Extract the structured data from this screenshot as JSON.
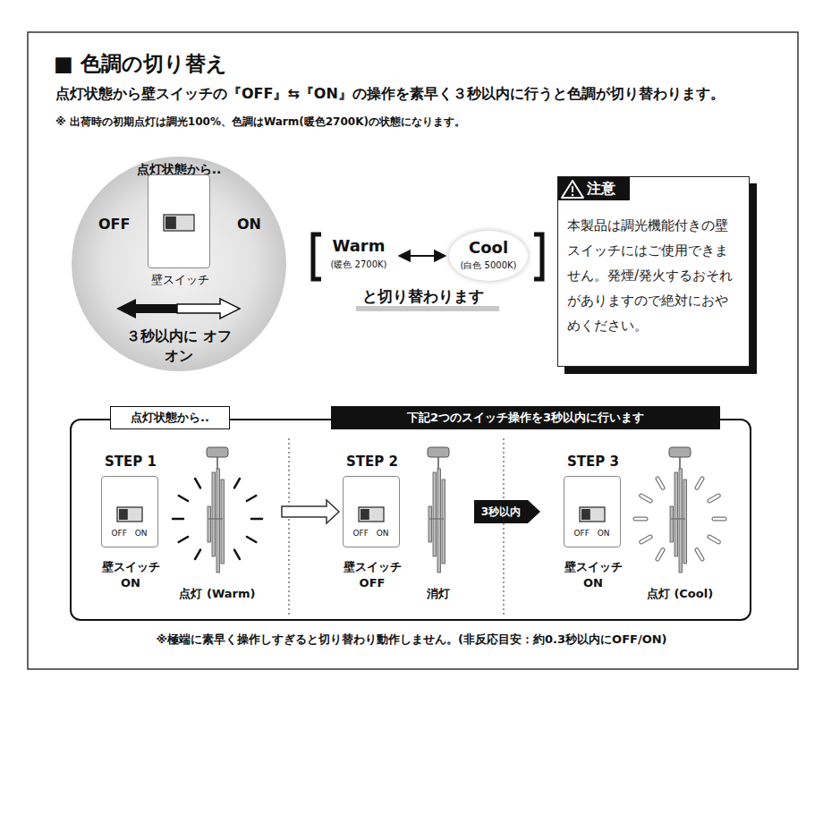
{
  "diagram": {
    "title": "■ 色調の切り替え",
    "nodes": [
      {
        "text": [
          "点灯状態から..",
          "OFF",
          "ON",
          "３秒以内に オフオン"
        ]
      },
      {
        "text": [
          "壁スイッチ"
        ],
        "in": 0
      },
      {
        "text": [
          "Warm",
          "(暖色 2700K)"
        ]
      },
      {
        "text": [
          "Cool",
          "(白色 5000K)"
        ]
      },
      {
        "text": [
          "注意",
          "本製品は調光機能付きの壁スイッチにはご使用できません。発煙/発火するおそれがありますので絶対におやめください。"
        ]
      },
      {
        "text": [
          "点灯状態から..",
          "下記2つのスイッチ操作を3秒以内に行います"
        ]
      },
      {
        "text": [
          "STEP 1",
          "OFF ON",
          "壁スイッチ ON"
        ],
        "in": 5
      },
      {
        "text": [
          "STEP 2",
          "OFF ON",
          "壁スイッチ OFF"
        ],
        "in": 5
      },
      {
        "text": [
          "STEP 3",
          "OFF ON",
          "壁スイッチ ON"
        ],
        "in": 5
      }
    ],
    "edges": [
      {
        "from": 2,
        "to": 3,
        "arrow": "both"
      },
      {
        "from": 6,
        "to": 7,
        "arrow": "to"
      },
      {
        "from": 7,
        "to": 8,
        "label": "3秒以内",
        "arrow": "to"
      }
    ],
    "labels": [
      "点灯状態から壁スイッチの『OFF』⇆『ON』の操作を素早く３秒以内に行うと色調が切り替わります。",
      "※ 出荷時の初期点灯は調光100%、色調はWarm(暖色2700K)の状態になります。",
      "と切り替わります",
      "点灯 (Warm)",
      "消灯",
      "点灯 (Cool)",
      "※極端に素早く操作しすぎると切り替わり動作しません。(非反応目安：約0.3秒以内にOFF/ON)"
    ]
  }
}
